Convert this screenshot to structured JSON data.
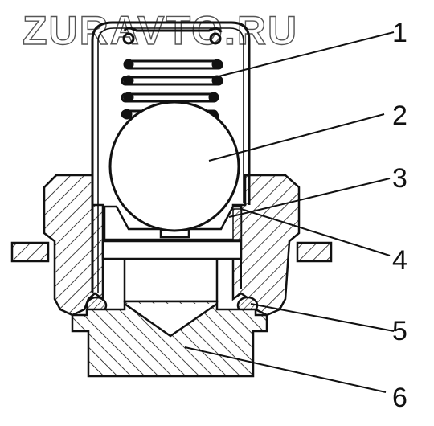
{
  "watermark": {
    "text": "ZURAVTO.RU"
  },
  "callouts": [
    {
      "id": "1",
      "label": "1"
    },
    {
      "id": "2",
      "label": "2"
    },
    {
      "id": "3",
      "label": "3"
    },
    {
      "id": "4",
      "label": "4"
    },
    {
      "id": "5",
      "label": "5"
    },
    {
      "id": "6",
      "label": "6"
    }
  ],
  "colors": {
    "ink": "#111111",
    "paper": "#ffffff",
    "watermark": "#555555"
  }
}
